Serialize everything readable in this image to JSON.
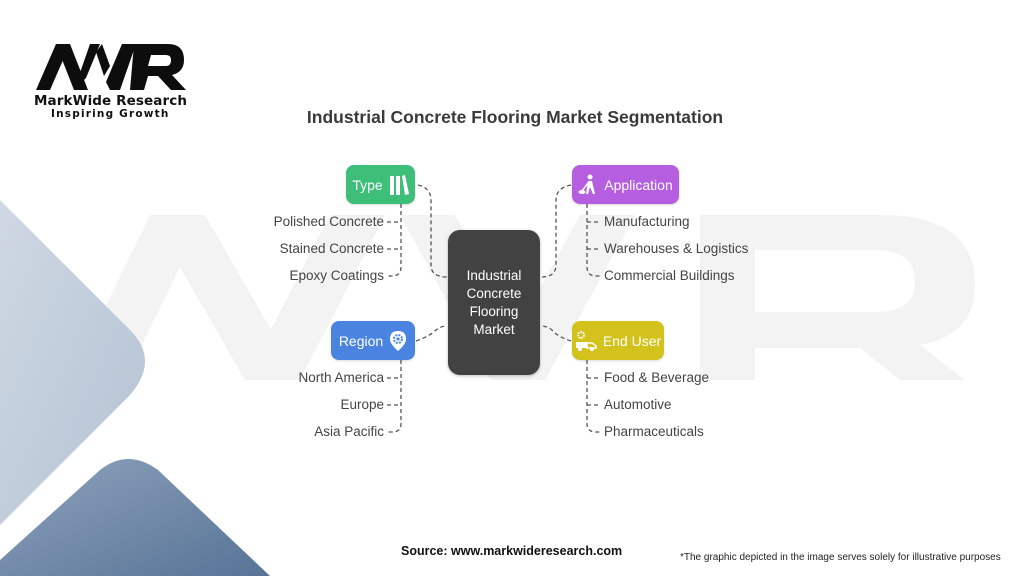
{
  "brand": {
    "logo_mark": "MWR",
    "name": "MarkWide Research",
    "tagline": "Inspiring Growth"
  },
  "title": "Industrial Concrete Flooring Market Segmentation",
  "center_node": {
    "label": "Industrial Concrete Flooring Market",
    "lines": [
      "Industrial",
      "Concrete",
      "Flooring",
      "Market"
    ],
    "color": "#424242"
  },
  "segments": [
    {
      "label": "Type",
      "icon": "books-icon",
      "color": "#3dbf7a",
      "items": [
        "Polished Concrete",
        "Stained Concrete",
        "Epoxy Coatings"
      ]
    },
    {
      "label": "Application",
      "icon": "worker-cleaning-icon",
      "color": "#b65ee0",
      "items": [
        "Manufacturing",
        "Warehouses & Logistics",
        "Commercial Buildings"
      ]
    },
    {
      "label": "Region",
      "icon": "location-gear-icon",
      "color": "#4a84e0",
      "items": [
        "North America",
        "Europe",
        "Asia Pacific"
      ]
    },
    {
      "label": "End User",
      "icon": "truck-gear-icon",
      "color": "#d4c21c",
      "items": [
        "Food & Beverage",
        "Automotive",
        "Pharmaceuticals"
      ]
    }
  ],
  "footer": {
    "source": "Source: www.markwideresearch.com",
    "disclaimer": "*The graphic depicted in the image serves solely for illustrative purposes"
  }
}
